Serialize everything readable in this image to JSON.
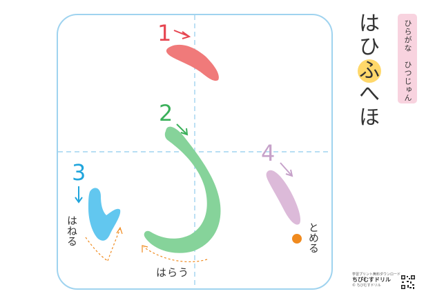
{
  "title_chars": [
    "は",
    "ひ",
    "ふ",
    "へ",
    "ほ"
  ],
  "highlight_index": 2,
  "tab_label": "ひらがな　ひつじゅん",
  "stroke_numbers": [
    "1",
    "2",
    "3",
    "4"
  ],
  "labels": {
    "hane": "はねる",
    "harau": "はらう",
    "tomeru": "とめる"
  },
  "footer": {
    "line1": "学習プリント無料ダウンロード",
    "brand": "ちびむすドリル",
    "copyright": "© ちびむすドリル"
  },
  "colors": {
    "stroke1": "#f07a7a",
    "stroke2": "#86d39a",
    "stroke3": "#62c7ef",
    "stroke4": "#dcbad9",
    "num1": "#e64550",
    "num2": "#3ab05a",
    "num3": "#20a5dc",
    "num4": "#c6a1c9",
    "guide": "#9fd3ef",
    "dot": "#f08a1e",
    "highlight": "#ffd86b"
  }
}
